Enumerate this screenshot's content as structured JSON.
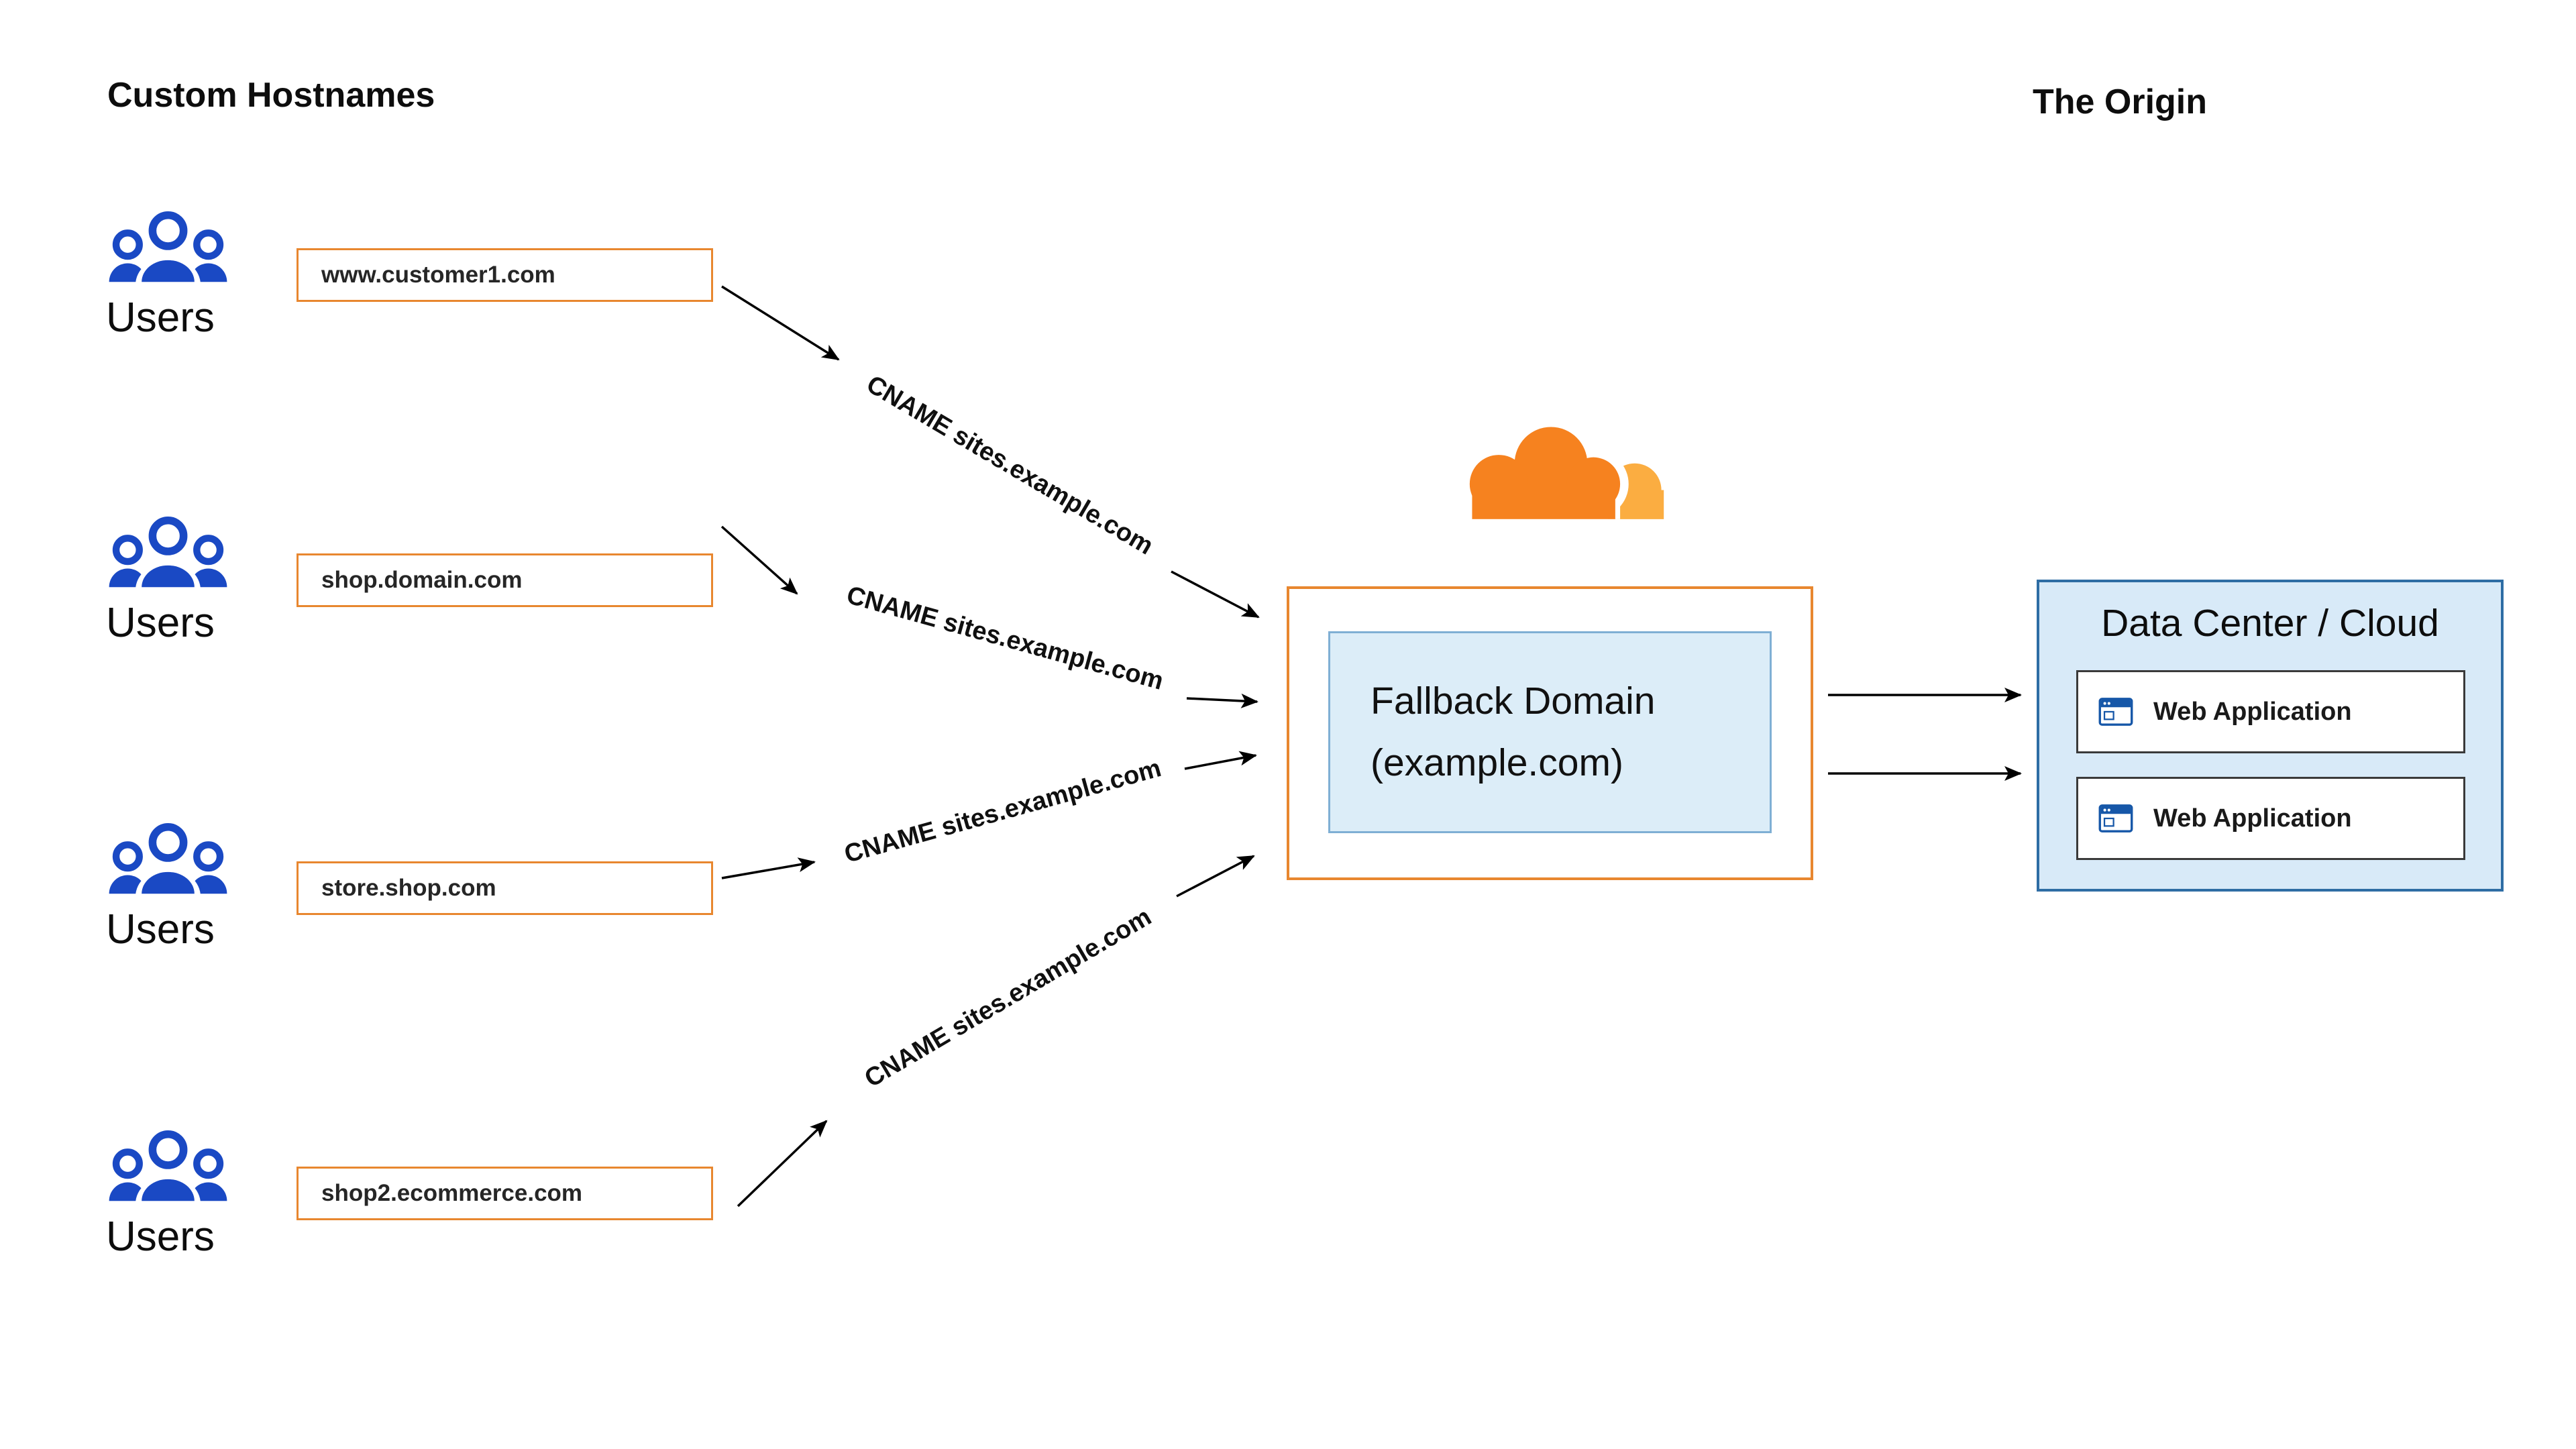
{
  "headings": {
    "custom_hostnames": "Custom Hostnames",
    "the_origin": "The Origin"
  },
  "rows": [
    {
      "users_label": "Users",
      "hostname": "www.customer1.com",
      "cname_label": "CNAME sites.example.com"
    },
    {
      "users_label": "Users",
      "hostname": "shop.domain.com",
      "cname_label": "CNAME sites.example.com"
    },
    {
      "users_label": "Users",
      "hostname": "store.shop.com",
      "cname_label": "CNAME sites.example.com"
    },
    {
      "users_label": "Users",
      "hostname": "shop2.ecommerce.com",
      "cname_label": "CNAME sites.example.com"
    }
  ],
  "cloudflare": {
    "fallback_domain_line1": "Fallback Domain",
    "fallback_domain_line2": "(example.com)"
  },
  "origin": {
    "title": "Data Center / Cloud",
    "applications": [
      {
        "label": "Web Application"
      },
      {
        "label": "Web Application"
      }
    ]
  },
  "icons": {
    "users": "users-group-icon",
    "cloudflare": "cloudflare-logo-icon",
    "web_application": "browser-window-icon"
  },
  "colors": {
    "orange": "#F6821F",
    "orange_light": "#FBAD41",
    "orange_border": "#E8872F",
    "blue_icon": "#1A49C4",
    "panel_blue_bg": "#D8EAF8",
    "panel_blue_border": "#2E6DA4",
    "fallback_bg": "#DCEDF8",
    "arrow": "#000000"
  }
}
